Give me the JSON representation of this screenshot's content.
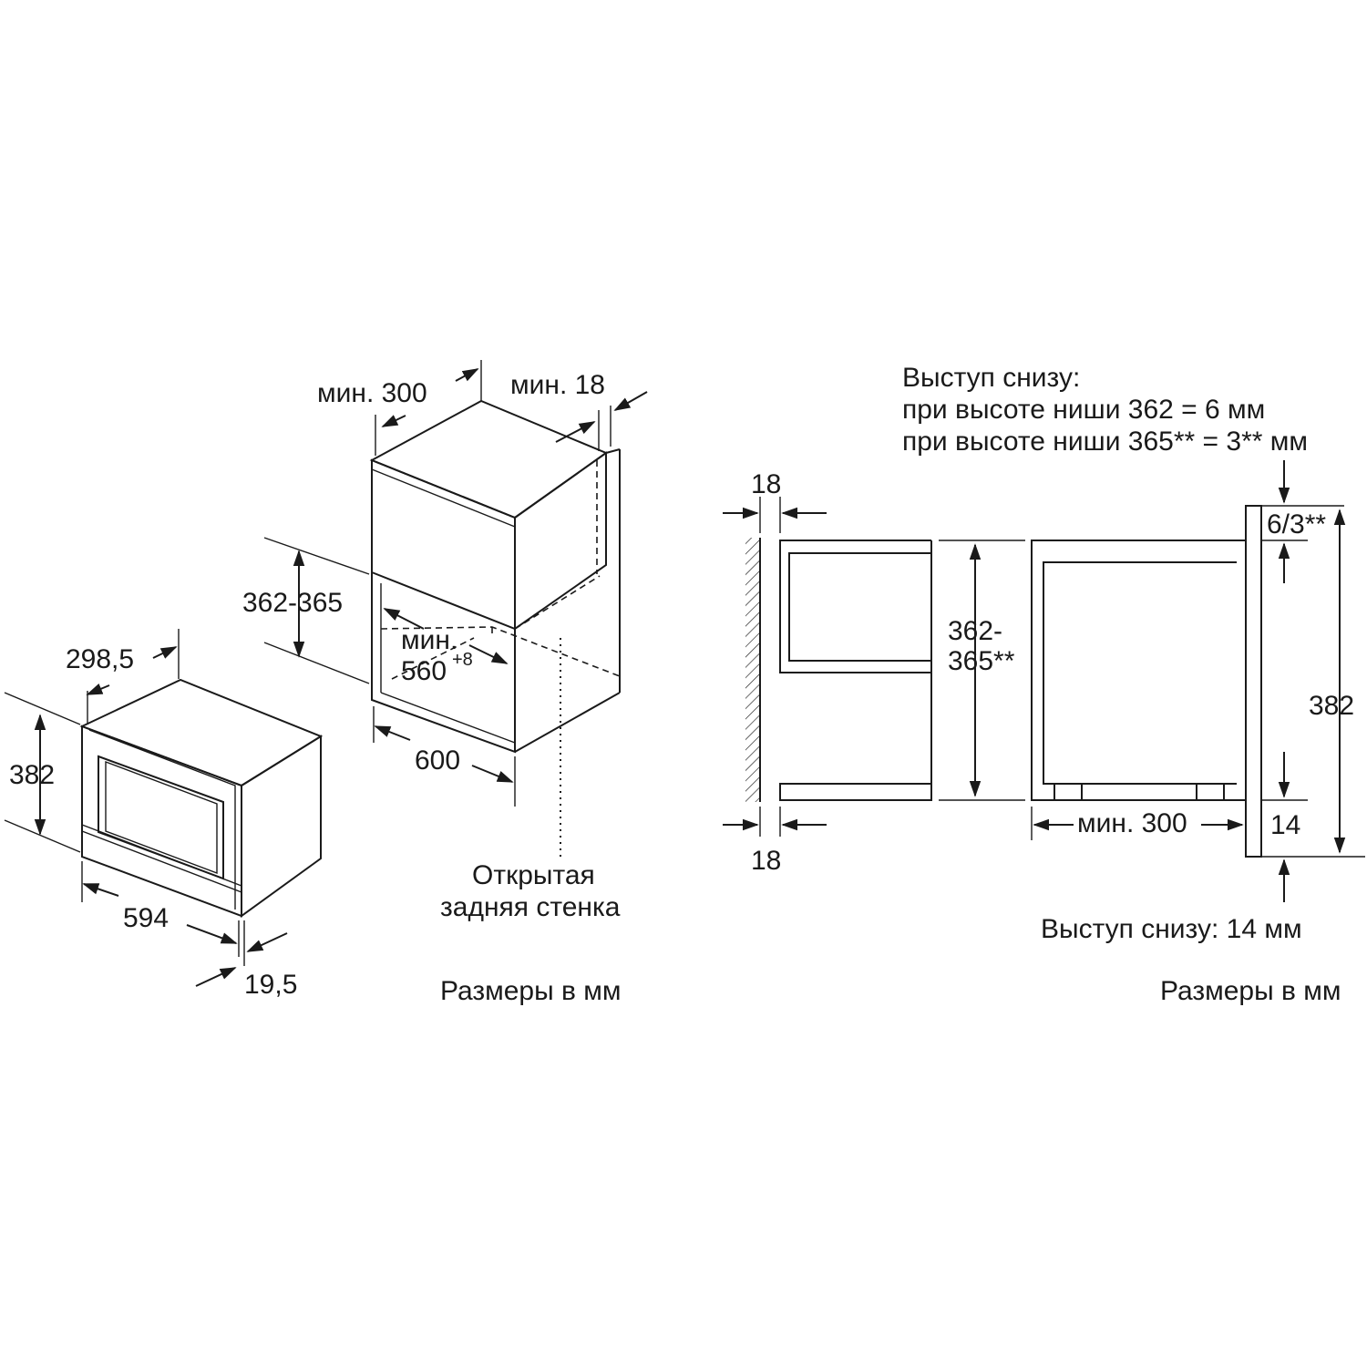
{
  "left_diagram": {
    "dim_depth_appliance": "298,5",
    "dim_height_appliance": "382",
    "dim_width_appliance": "594",
    "dim_front_protrusion": "19,5",
    "dim_niche_depth_min": "мин. 300",
    "dim_panel_thickness_min": "мин. 18",
    "dim_niche_height": "362-365",
    "dim_niche_width_min_label": "мин.",
    "dim_niche_width_min_value": "560",
    "dim_niche_width_tolerance": "+8",
    "dim_cabinet_width": "600",
    "note_open_back_line1": "Открытая",
    "note_open_back_line2": "задняя стенка",
    "units_note": "Размеры в мм"
  },
  "right_diagram": {
    "title_line1": "Выступ снизу:",
    "title_line2": "при высоте ниши 362 = 6 мм",
    "title_line3": "при высоте ниши 365** = 3** мм",
    "dim_panel_top": "18",
    "dim_panel_bottom": "18",
    "dim_niche_height_line1": "362-",
    "dim_niche_height_line2": "365**",
    "dim_top_gap": "6/3**",
    "dim_height_appliance": "382",
    "dim_depth_min": "мин. 300",
    "dim_bottom_gap": "14",
    "note_bottom_protrusion": "Выступ снизу: 14 мм",
    "units_note": "Размеры в мм"
  },
  "colors": {
    "line": "#1a1a1a",
    "background": "#ffffff"
  }
}
